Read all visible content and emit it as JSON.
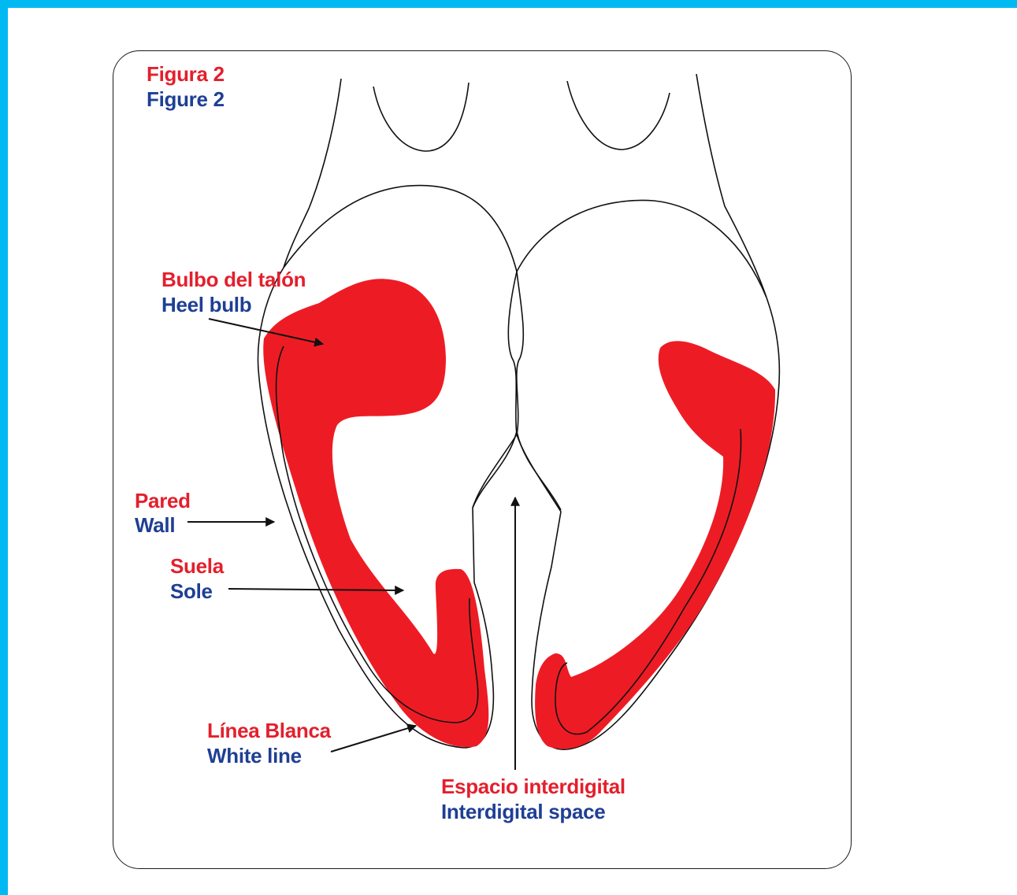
{
  "colors": {
    "border": "#00b9f2",
    "spanish_text": "#e41f2c",
    "english_text": "#1f3f94",
    "lesion_fill": "#ed1c24",
    "outline": "#111111"
  },
  "figure": {
    "title_es": "Figura 2",
    "title_en": "Figure 2"
  },
  "labels": {
    "heel_bulb": {
      "es": "Bulbo del talón",
      "en": "Heel bulb"
    },
    "wall": {
      "es": "Pared",
      "en": "Wall"
    },
    "sole": {
      "es": "Suela",
      "en": "Sole"
    },
    "white_line": {
      "es": "Línea Blanca",
      "en": "White line"
    },
    "interdigital_space": {
      "es": "Espacio interdigital",
      "en": "Interdigital space"
    }
  }
}
